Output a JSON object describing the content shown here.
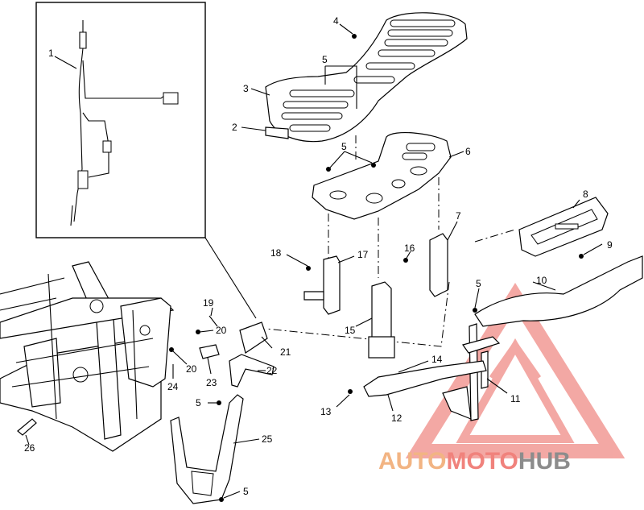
{
  "callouts": [
    "1",
    "2",
    "3",
    "4",
    "5",
    "5",
    "6",
    "7",
    "8",
    "9",
    "10",
    "5",
    "18",
    "17",
    "16",
    "15",
    "14",
    "13",
    "12",
    "11",
    "19",
    "20",
    "20",
    "21",
    "22",
    "23",
    "24",
    "5",
    "25",
    "26",
    "5"
  ],
  "watermark": {
    "part1": "AUTO",
    "part2": "MOTO",
    "part3": "HUB",
    "colors": {
      "part1": "#f2b483",
      "part2": "#f0827c",
      "part3": "#8c8c8c",
      "triangle": "#f08b86"
    }
  },
  "icons": [
    "triangle-logo-icon"
  ]
}
